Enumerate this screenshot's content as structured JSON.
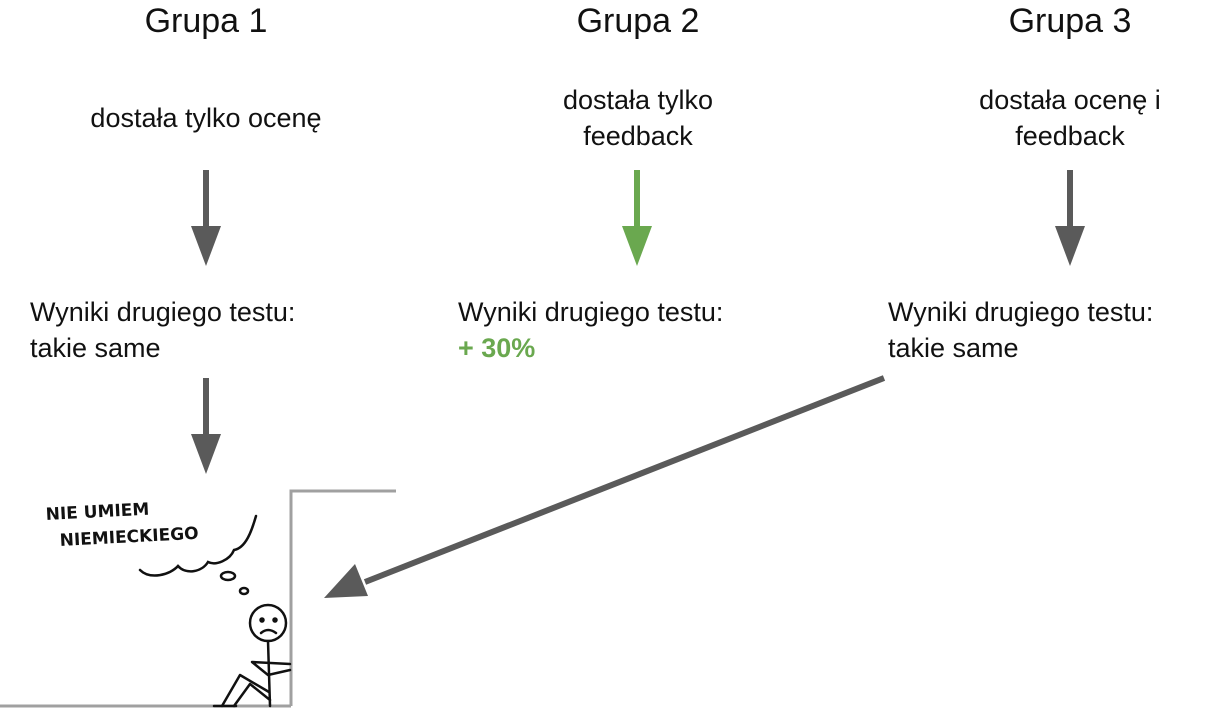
{
  "groups": [
    {
      "title": "Grupa 1",
      "description": "dostała tylko ocenę",
      "result_label": "Wyniki drugiego testu:",
      "result_value": "takie same",
      "arrow_color": "#5a5a5a"
    },
    {
      "title": "Grupa 2",
      "description": "dostała tylko feedback",
      "result_label": "Wyniki drugiego testu:",
      "result_value": "+ 30%",
      "arrow_color": "#6aa84f"
    },
    {
      "title": "Grupa 3",
      "description": "dostała ocenę i feedback",
      "result_label": "Wyniki drugiego testu:",
      "result_value": "takie same",
      "arrow_color": "#5a5a5a"
    }
  ],
  "colors": {
    "arrow_gray": "#5a5a5a",
    "highlight_green": "#6aa84f",
    "wall_gray": "#a0a0a0"
  },
  "illustration": {
    "thought_line1": "NIE UMIEM",
    "thought_line2": "NIEMIECKIEGO",
    "icon": "sad-stick-figure"
  }
}
